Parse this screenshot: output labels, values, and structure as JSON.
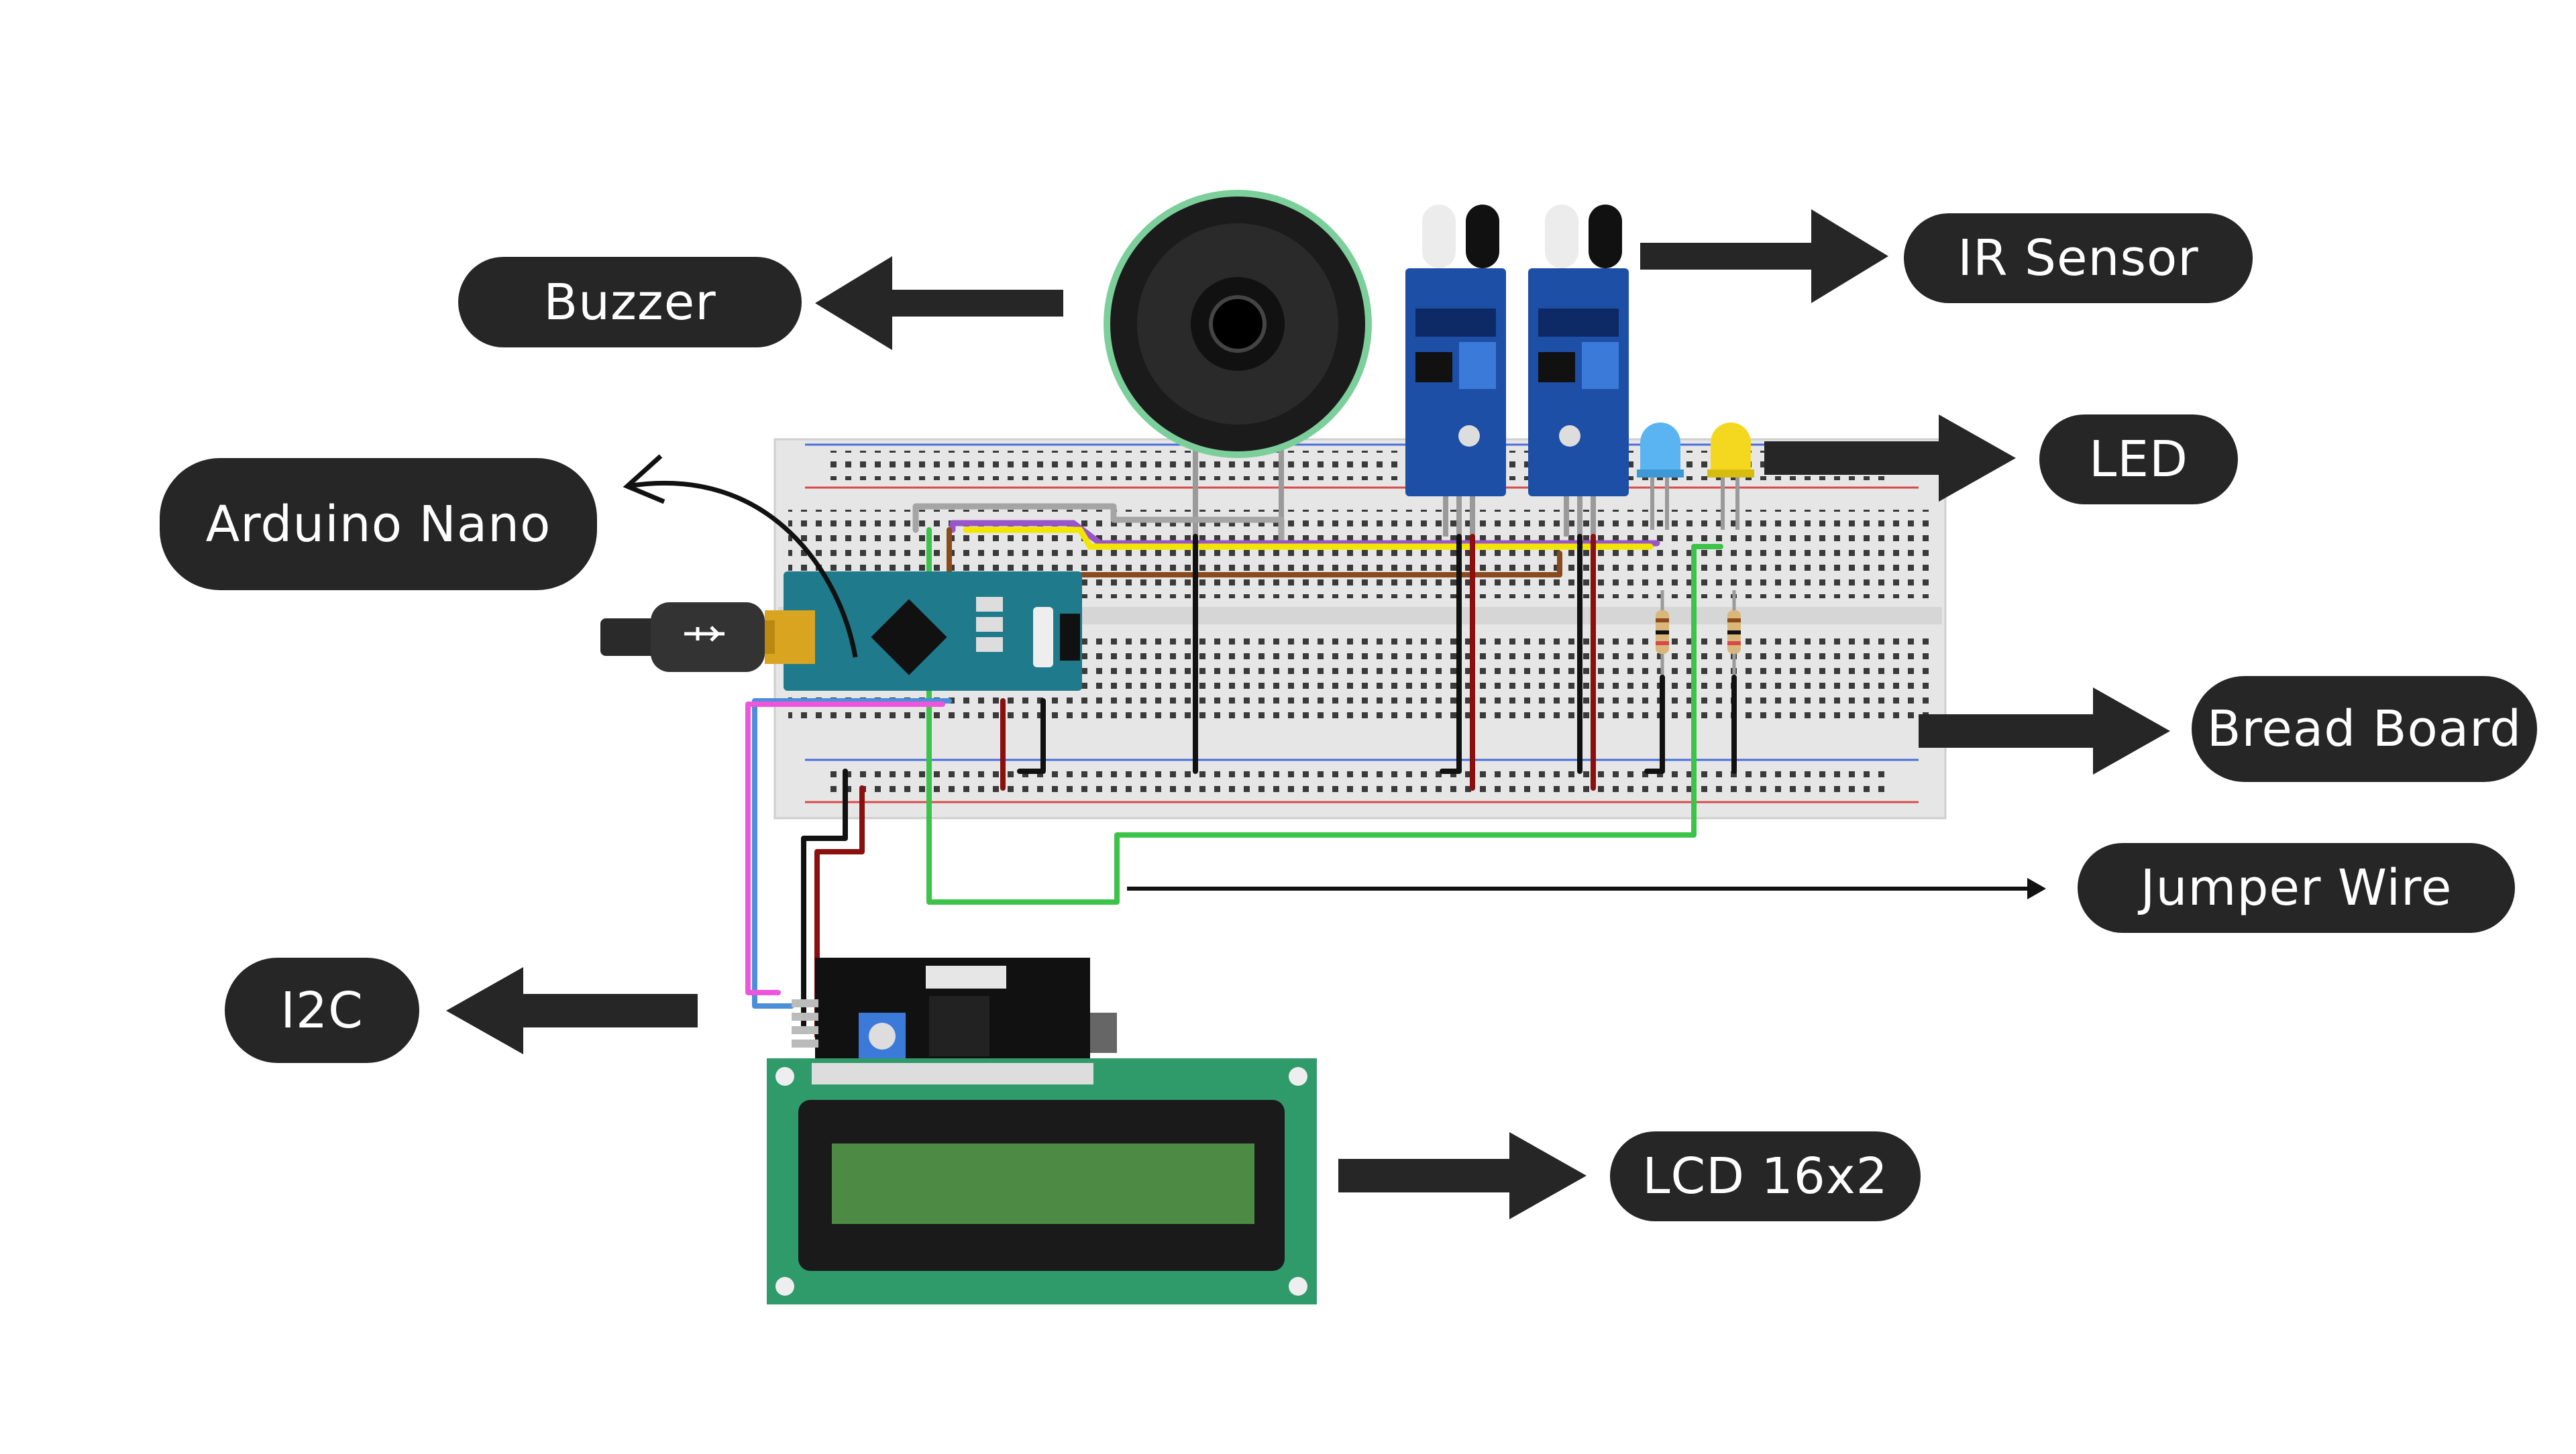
{
  "labels": {
    "buzzer": "Buzzer",
    "ir_sensor": "IR Sensor",
    "arduino_nano": "Arduino Nano",
    "led": "LED",
    "bread_board": "Bread Board",
    "jumper_wire": "Jumper Wire",
    "i2c": "I2C",
    "lcd": "LCD 16x2"
  },
  "colors": {
    "label_bg": "#262626",
    "label_text": "#ffffff",
    "arrow": "#262626",
    "breadboard": "#e9e9e9",
    "rail_red": "#d84a4a",
    "rail_blue": "#4a6ed8",
    "arduino": "#1f7a8c",
    "ir_board": "#1d4fa6",
    "lcd_board": "#2f9a6a",
    "lcd_screen": "#4d8b45",
    "wire_green": "#3cc44a",
    "wire_yellow": "#f2e600",
    "wire_pink": "#ee55dd",
    "wire_blue": "#4a8fd8",
    "wire_gray": "#a5a5a5",
    "wire_brown": "#8a4a1c",
    "wire_purple": "#9a55c8",
    "wire_darkred": "#8a0f0f",
    "wire_black": "#111111",
    "led_blue": "#5ab4f2",
    "led_yellow": "#f4d820"
  }
}
